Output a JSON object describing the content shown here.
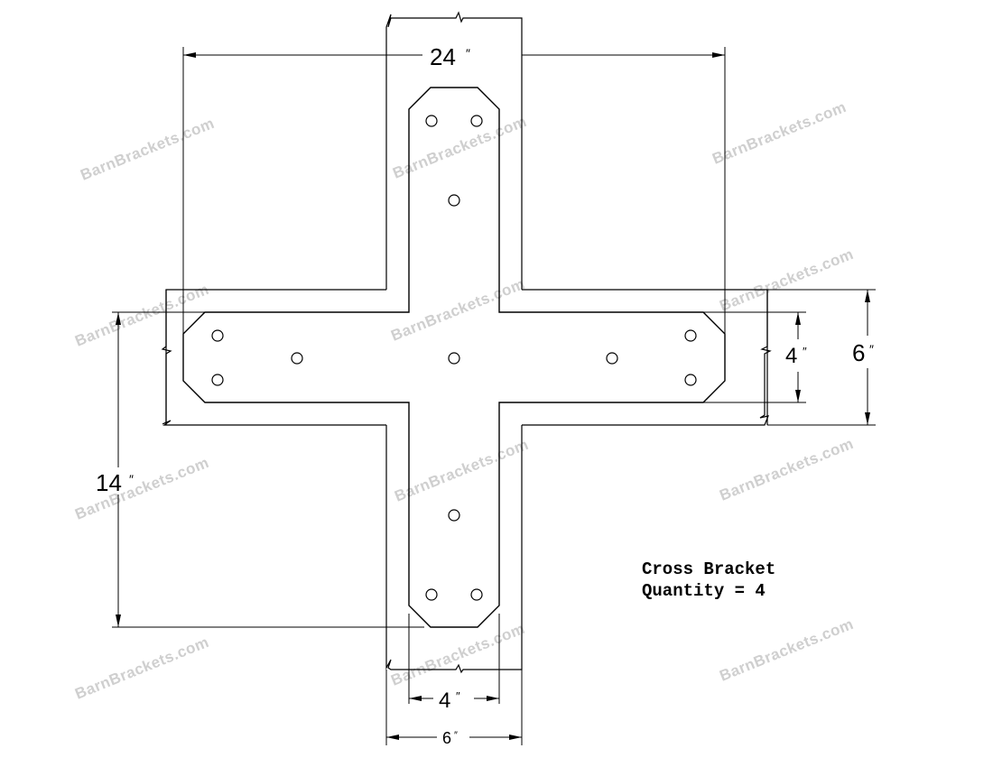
{
  "watermark": "BarnBrackets.com",
  "dimensions": {
    "overall_width": "24",
    "overall_height": "14",
    "strap_width_bottom": "4",
    "post_width_bottom": "6",
    "strap_width_right": "4",
    "beam_width_right": "6",
    "inch_mark": "″"
  },
  "note": {
    "title": "Cross Bracket",
    "quantity": "Quantity = 4"
  }
}
